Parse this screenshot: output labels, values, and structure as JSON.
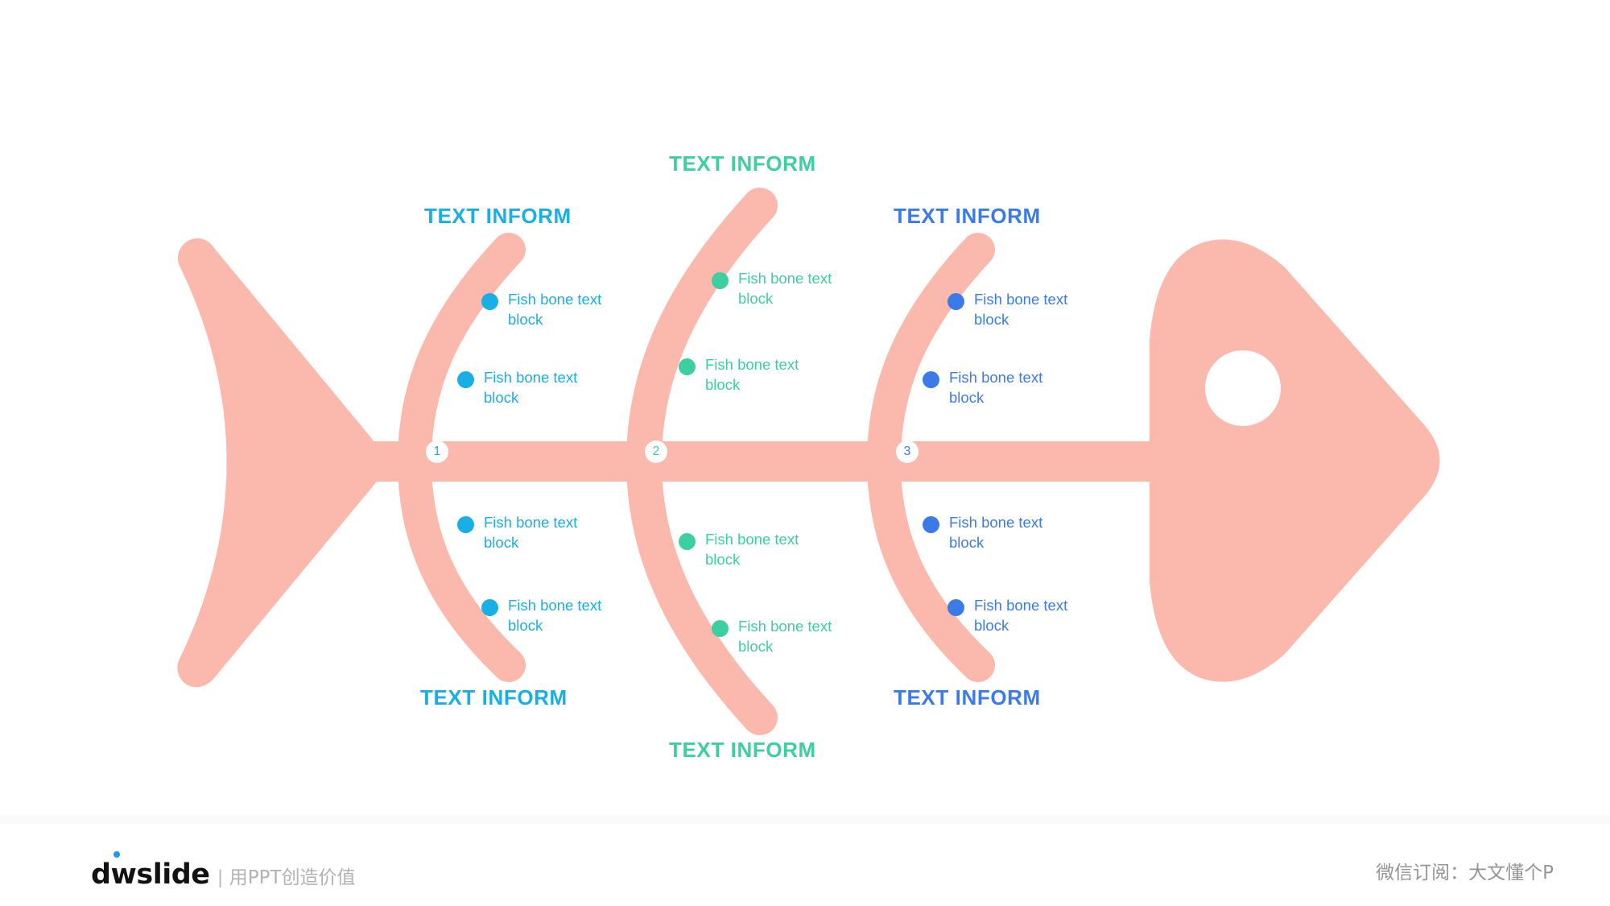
{
  "slide": {
    "type": "fishbone-diagram",
    "background_color": "#ffffff",
    "fish_color": "#fbb8ac"
  },
  "groups": [
    {
      "id": 1,
      "number": "1",
      "color": "#18afe4",
      "top_title": "TEXT INFORM",
      "bottom_title": "TEXT INFORM",
      "items_top": [
        {
          "label": "Fish bone text block"
        },
        {
          "label": "Fish bone text block"
        }
      ],
      "items_bottom": [
        {
          "label": "Fish bone text block"
        },
        {
          "label": "Fish bone text block"
        }
      ]
    },
    {
      "id": 2,
      "number": "2",
      "color": "#3dcfa0",
      "top_title": "TEXT INFORM",
      "bottom_title": "TEXT INFORM",
      "items_top": [
        {
          "label": "Fish bone text block"
        },
        {
          "label": "Fish bone text block"
        }
      ],
      "items_bottom": [
        {
          "label": "Fish bone text block"
        },
        {
          "label": "Fish bone text block"
        }
      ]
    },
    {
      "id": 3,
      "number": "3",
      "color": "#3b7be8",
      "top_title": "TEXT INFORM",
      "bottom_title": "TEXT INFORM",
      "items_top": [
        {
          "label": "Fish bone text block"
        },
        {
          "label": "Fish bone text block"
        }
      ],
      "items_bottom": [
        {
          "label": "Fish bone text block"
        },
        {
          "label": "Fish bone text block"
        }
      ]
    }
  ],
  "footer": {
    "logo_text": "dwslide",
    "logo_separator": "|",
    "logo_tagline": "用PPT创造价值",
    "right_text": "微信订阅：大文懂个P",
    "accent_color": "#2196f3"
  }
}
